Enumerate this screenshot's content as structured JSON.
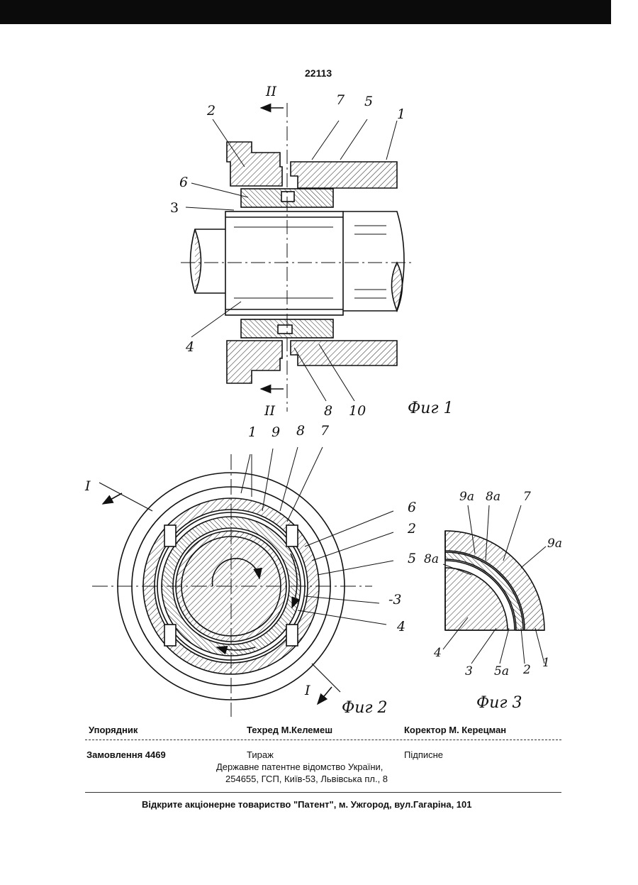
{
  "page_number": "22113",
  "figures": {
    "fig1": {
      "caption": "Фиг 1",
      "section_top": "II",
      "section_bottom": "II",
      "labels": [
        "2",
        "7",
        "5",
        "1",
        "6",
        "3",
        "4",
        "8",
        "10"
      ]
    },
    "fig2": {
      "caption": "Фиг 2",
      "section": "I",
      "labels": [
        "1",
        "9",
        "8",
        "7",
        "6",
        "2",
        "5",
        "-3",
        "4"
      ]
    },
    "fig3": {
      "caption": "Фиг 3",
      "labels": [
        "9a",
        "8a",
        "7",
        "9a",
        "8a",
        "4",
        "3",
        "5a",
        "2",
        "1"
      ]
    }
  },
  "imprint": {
    "compiler": "Упорядник",
    "tech_editor": "Техред М.Келемеш",
    "corrector": "Коректор М. Керецман",
    "order": "Замовлення  4469",
    "circulation": "Тираж",
    "subscription": "Підписне",
    "office": "Державне  патентне  відомство  України,",
    "address": "254655, ГСП, Київ-53, Львівська пл., 8",
    "publisher": "Відкрите акціонерне товариство \"Патент\", м. Ужгород, вул.Гагаріна, 101"
  }
}
